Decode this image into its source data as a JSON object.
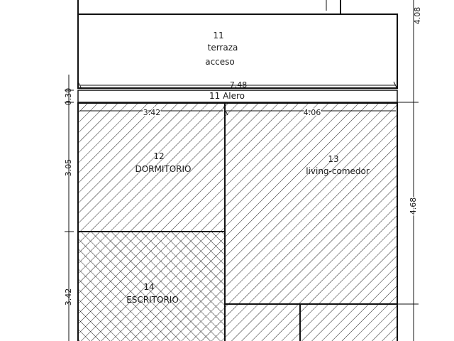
{
  "plan": {
    "rooms": {
      "terraza": {
        "number": "11",
        "name_line1": "terraza",
        "name_line2": "acceso"
      },
      "alero": {
        "text": "11  Alero"
      },
      "dormitorio": {
        "number": "12",
        "name": "DORMITORIO"
      },
      "living": {
        "number": "13",
        "name": "living-comedor"
      },
      "escritorio": {
        "number": "14",
        "name": "ESCRITORIO"
      }
    },
    "dimensions": {
      "top_right": "4.08",
      "terraza_width": "7.48",
      "alero_depth": "0.30",
      "dormitorio_width": "3.42",
      "living_width": "4.06",
      "dormitorio_height": "3.05",
      "living_height": "4.68",
      "escritorio_height": "3.42"
    },
    "colors": {
      "line": "#111111",
      "background": "#ffffff"
    }
  }
}
